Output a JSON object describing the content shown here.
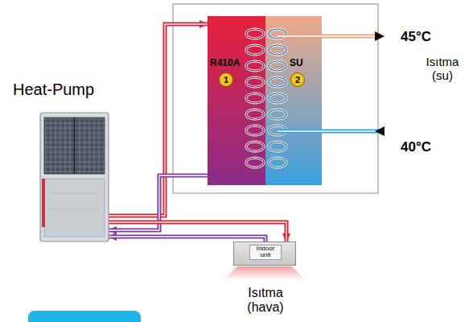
{
  "diagram": {
    "nodes": [
      {
        "text": [
          "R410A",
          "1"
        ]
      },
      {
        "text": [
          "SU",
          "2"
        ]
      },
      {
        "text": [
          "Heat-Pump"
        ]
      },
      {
        "text": [
          "Indoor unit",
          "Isıtma (hava)"
        ]
      }
    ],
    "edges": [
      {
        "from": 2,
        "to": 0,
        "arrow": "to"
      },
      {
        "from": 0,
        "to": 2,
        "arrow": "to"
      },
      {
        "from": 2,
        "to": 3,
        "arrow": "to"
      },
      {
        "from": 3,
        "to": 2,
        "arrow": "to"
      }
    ],
    "labels": [
      "45°C",
      "Isıtma (su)",
      "40°C"
    ]
  }
}
